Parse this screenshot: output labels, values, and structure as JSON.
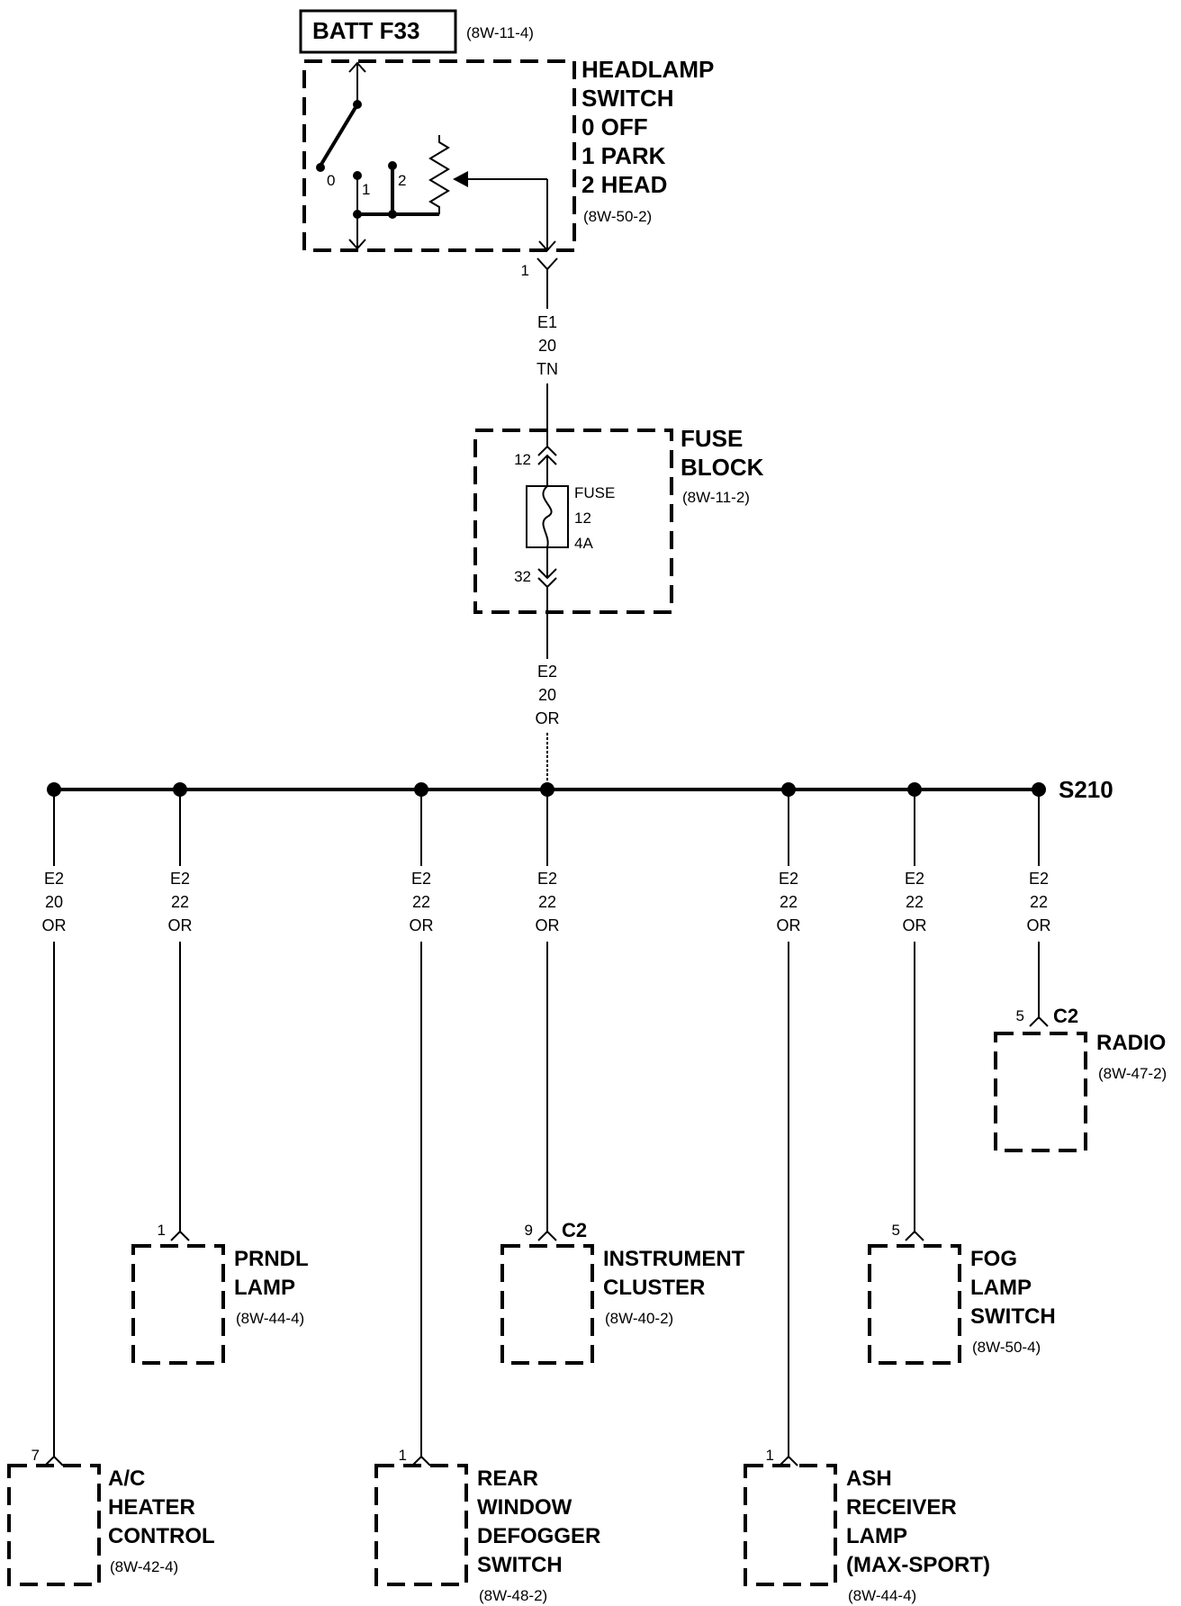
{
  "source": {
    "label": "BATT F33",
    "ref": "(8W-11-4)"
  },
  "headlamp_switch": {
    "title_lines": [
      "HEADLAMP",
      "SWITCH",
      "0 OFF",
      "1 PARK",
      "2 HEAD"
    ],
    "ref": "(8W-50-2)",
    "positions": [
      "0",
      "1",
      "2"
    ],
    "pin": "1"
  },
  "wire_e1": [
    "E1",
    "20",
    "TN"
  ],
  "fuse_block": {
    "title_lines": [
      "FUSE",
      "BLOCK"
    ],
    "ref": "(8W-11-2)",
    "fuse_lines": [
      "FUSE",
      "12",
      "4A"
    ],
    "pin_in": "12",
    "pin_out": "32"
  },
  "wire_e2_main": [
    "E2",
    "20",
    "OR"
  ],
  "splice": "S210",
  "branches": [
    {
      "wire": [
        "E2",
        "20",
        "OR"
      ],
      "pin": "7",
      "connector": "",
      "title_lines": [
        "A/C",
        "HEATER",
        "CONTROL"
      ],
      "ref": "(8W-42-4)"
    },
    {
      "wire": [
        "E2",
        "22",
        "OR"
      ],
      "pin": "1",
      "connector": "",
      "title_lines": [
        "PRNDL",
        "LAMP"
      ],
      "ref": "(8W-44-4)"
    },
    {
      "wire": [
        "E2",
        "22",
        "OR"
      ],
      "pin": "1",
      "connector": "",
      "title_lines": [
        "REAR",
        "WINDOW",
        "DEFOGGER",
        "SWITCH"
      ],
      "ref": "(8W-48-2)"
    },
    {
      "wire": [
        "E2",
        "22",
        "OR"
      ],
      "pin": "9",
      "connector": "C2",
      "title_lines": [
        "INSTRUMENT",
        "CLUSTER"
      ],
      "ref": "(8W-40-2)"
    },
    {
      "wire": [
        "E2",
        "22",
        "OR"
      ],
      "pin": "1",
      "connector": "",
      "title_lines": [
        "ASH",
        "RECEIVER",
        "LAMP",
        "(MAX-SPORT)"
      ],
      "ref": "(8W-44-4)"
    },
    {
      "wire": [
        "E2",
        "22",
        "OR"
      ],
      "pin": "5",
      "connector": "",
      "title_lines": [
        "FOG",
        "LAMP",
        "SWITCH"
      ],
      "ref": "(8W-50-4)"
    },
    {
      "wire": [
        "E2",
        "22",
        "OR"
      ],
      "pin": "5",
      "connector": "C2",
      "title_lines": [
        "RADIO"
      ],
      "ref": "(8W-47-2)"
    }
  ]
}
